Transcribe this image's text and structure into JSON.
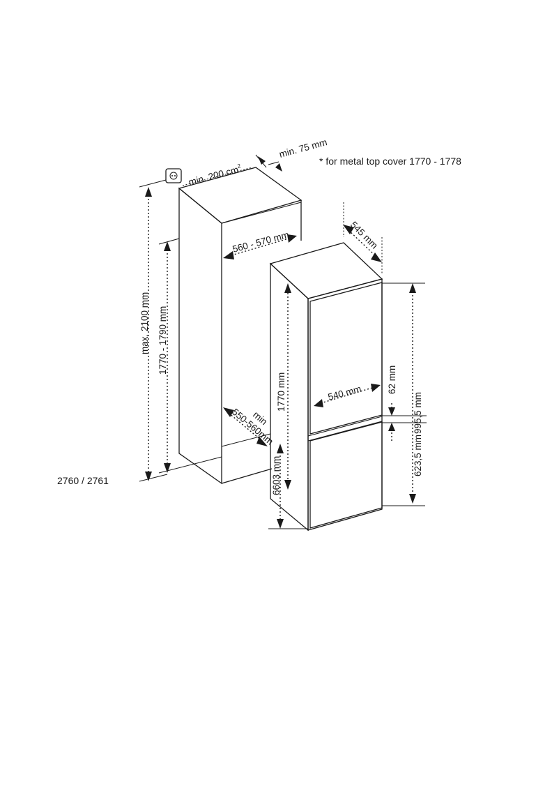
{
  "diagram": {
    "model": "2760 / 2761",
    "note": "*  for metal top cover  1770 - 1778",
    "niche": {
      "vent_area": "min. 200 cm",
      "vent_area_sup": "2",
      "rear_gap": "min. 75 mm",
      "max_height": "max. 2100 mm",
      "niche_height": "1770 - 1790 mm",
      "niche_width": "560 - 570 mm",
      "depth_min_label": "min",
      "depth_range": "550-560mm"
    },
    "appliance": {
      "depth": "545 mm",
      "height": "1770 mm",
      "width": "540 mm",
      "gap": "62 mm",
      "upper_door": "995,5 mm",
      "lower_door": "623,5 mm",
      "lower_height": "6603 mm"
    },
    "icons": [
      "socket-icon"
    ]
  }
}
